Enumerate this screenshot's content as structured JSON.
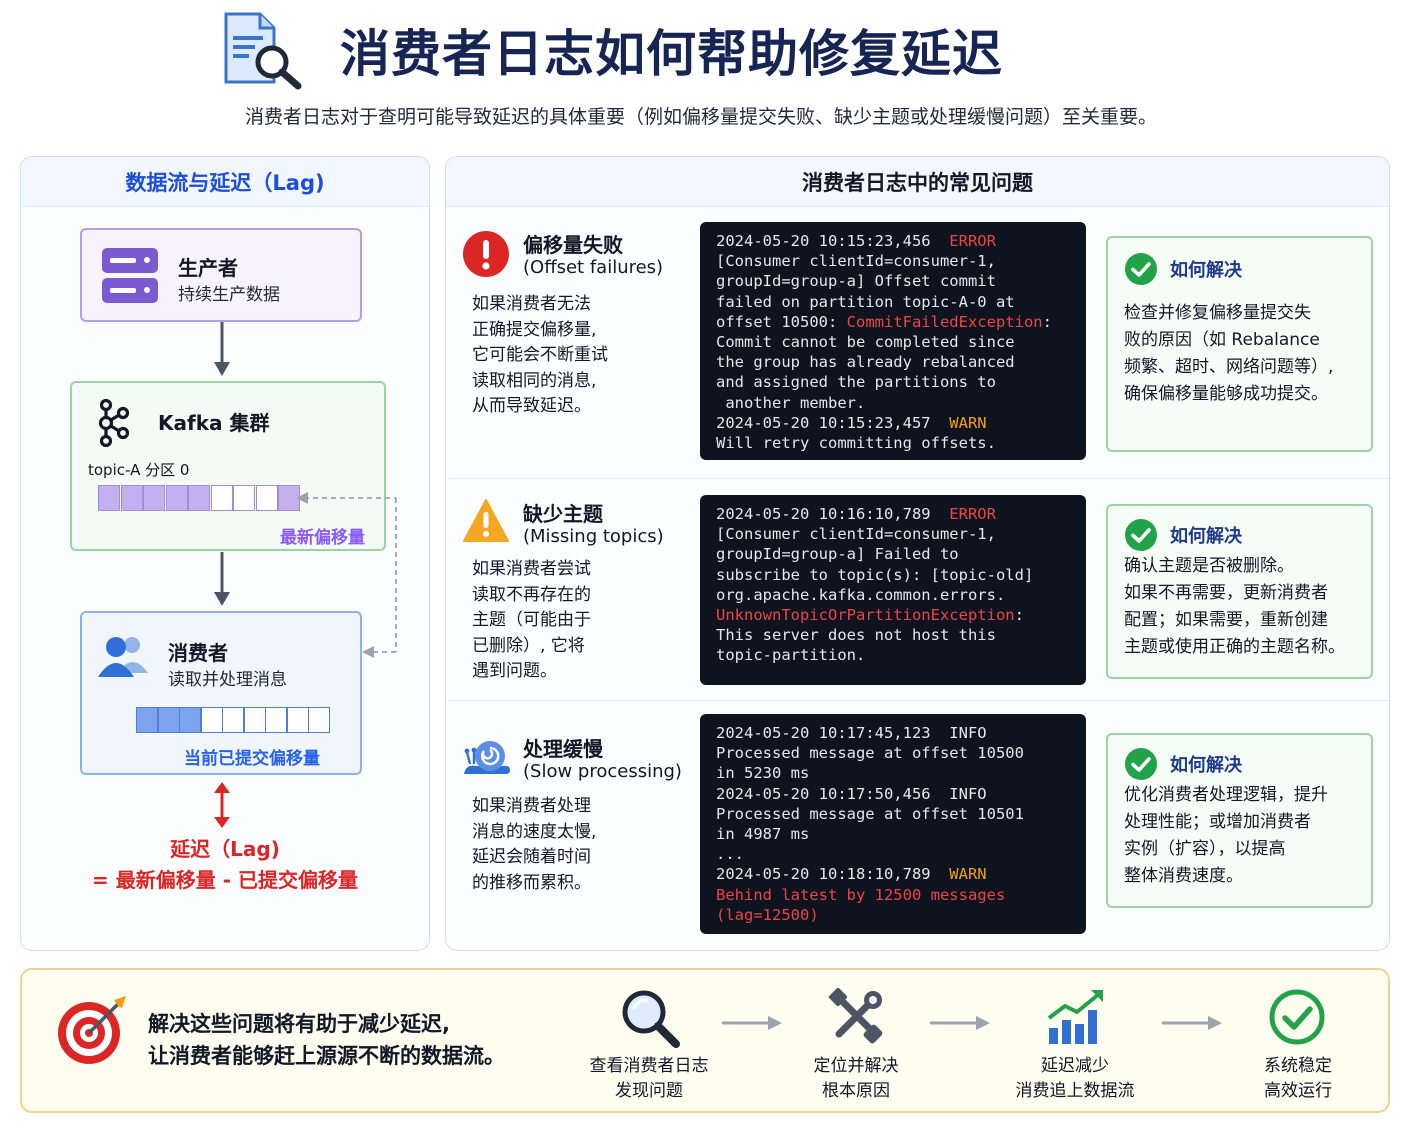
{
  "header": {
    "title": "消费者日志如何帮助修复延迟",
    "subtitle": "消费者日志对于查明可能导致延迟的具体重要（例如偏移量提交失败、缺少主题或处理缓慢问题）至关重要。",
    "icon": "document-search-icon"
  },
  "left_panel": {
    "title": "数据流与延迟（Lag)",
    "producer": {
      "title": "生产者",
      "subtitle": "持续生产数据",
      "icon": "server-icon"
    },
    "kafka": {
      "title": "Kafka 集群",
      "partition": "topic-A 分区 0",
      "latest_offset": "最新偏移量",
      "icon": "kafka-icon"
    },
    "consumer": {
      "title": "消费者",
      "subtitle": "读取并处理消息",
      "committed_offset": "当前已提交偏移量",
      "icon": "users-icon"
    },
    "lag": {
      "line1": "延迟（Lag)",
      "line2": "= 最新偏移量 - 已提交偏移量"
    },
    "colors": {
      "producer": "#b79ce6",
      "kafka": "#9ad4a3",
      "consumer": "#8fb3e6",
      "lag": "#dc2626"
    }
  },
  "right_panel": {
    "title": "消费者日志中的常见问题",
    "fix_title": "如何解决",
    "issues": [
      {
        "title": "偏移量失败",
        "title_en": "(Offset failures)",
        "icon": "error-icon",
        "desc": [
          "如果消费者无法",
          "正确提交偏移量,",
          "它可能会不断重试",
          "读取相同的消息,",
          "从而导致延迟。"
        ],
        "log": [
          [
            [
              "2024-05-20 10:15:23,456  ",
              "ts"
            ],
            [
              "ERROR",
              "err"
            ]
          ],
          [
            [
              "[Consumer clientId=consumer-1,",
              "ts"
            ]
          ],
          [
            [
              "groupId=group-a] Offset commit",
              "ts"
            ]
          ],
          [
            [
              "failed on partition topic-A-0 at",
              "ts"
            ]
          ],
          [
            [
              "offset 10500: ",
              "ts"
            ],
            [
              "CommitFailedException",
              "red"
            ],
            [
              ":",
              "ts"
            ]
          ],
          [
            [
              "Commit cannot be completed since",
              "ts"
            ]
          ],
          [
            [
              "the group has already rebalanced",
              "ts"
            ]
          ],
          [
            [
              "and assigned the partitions to",
              "ts"
            ]
          ],
          [
            [
              " another member.",
              "ts"
            ]
          ],
          [
            [
              "2024-05-20 10:15:23,457  ",
              "ts"
            ],
            [
              "WARN",
              "warn"
            ]
          ],
          [
            [
              "Will retry committing offsets.",
              "ts"
            ]
          ]
        ],
        "fix": [
          "检查并修复偏移量提交失",
          "败的原因（如 Rebalance",
          "频繁、超时、网络问题等）,",
          "确保偏移量能够成功提交。"
        ]
      },
      {
        "title": "缺少主题",
        "title_en": "(Missing topics)",
        "icon": "warning-icon",
        "desc": [
          "如果消费者尝试",
          "读取不再存在的",
          "主题（可能由于",
          "已删除）, 它将",
          "遇到问题。"
        ],
        "log": [
          [
            [
              "2024-05-20 10:16:10,789  ",
              "ts"
            ],
            [
              "ERROR",
              "err"
            ]
          ],
          [
            [
              "[Consumer clientId=consumer-1,",
              "ts"
            ]
          ],
          [
            [
              "groupId=group-a] Failed to",
              "ts"
            ]
          ],
          [
            [
              "subscribe to topic(s): [topic-old]",
              "ts"
            ]
          ],
          [
            [
              "org.apache.kafka.common.errors.",
              "ts"
            ]
          ],
          [
            [
              "UnknownTopicOrPartitionException",
              "red"
            ],
            [
              ":",
              "ts"
            ]
          ],
          [
            [
              "This server does not host this",
              "ts"
            ]
          ],
          [
            [
              "topic-partition.",
              "ts"
            ]
          ]
        ],
        "fix": [
          "确认主题是否被删除。",
          "如果不再需要，更新消费者",
          "配置；如果需要，重新创建",
          "主题或使用正确的主题名称。"
        ]
      },
      {
        "title": "处理缓慢",
        "title_en": "(Slow processing)",
        "icon": "snail-icon",
        "desc": [
          "如果消费者处理",
          "消息的速度太慢,",
          "延迟会随着时间",
          "的推移而累积。"
        ],
        "log": [
          [
            [
              "2024-05-20 10:17:45,123  ",
              "ts"
            ],
            [
              "INFO",
              "info"
            ]
          ],
          [
            [
              "Processed message at offset 10500",
              "ts"
            ]
          ],
          [
            [
              "in 5230 ms",
              "ts"
            ]
          ],
          [
            [
              "2024-05-20 10:17:50,456  ",
              "ts"
            ],
            [
              "INFO",
              "info"
            ]
          ],
          [
            [
              "Processed message at offset 10501",
              "ts"
            ]
          ],
          [
            [
              "in 4987 ms",
              "ts"
            ]
          ],
          [
            [
              "...",
              "ts"
            ]
          ],
          [
            [
              "2024-05-20 10:18:10,789  ",
              "ts"
            ],
            [
              "WARN",
              "warn"
            ]
          ],
          [
            [
              "Behind latest by 12500 messages",
              "red"
            ]
          ],
          [
            [
              "(lag=12500)",
              "red"
            ]
          ]
        ],
        "fix": [
          "优化消费者处理逻辑，提升",
          "处理性能；或增加消费者",
          "实例（扩容），以提高",
          "整体消费速度。"
        ]
      }
    ]
  },
  "bottom": {
    "message": [
      "解决这些问题将有助于减少延迟,",
      "让消费者能够赶上源源不断的数据流。"
    ],
    "icon": "target-icon",
    "steps": [
      {
        "line1": "查看消费者日志",
        "line2": "发现问题",
        "icon": "magnifier-icon"
      },
      {
        "line1": "定位并解决",
        "line2": "根本原因",
        "icon": "tools-icon"
      },
      {
        "line1": "延迟减少",
        "line2": "消费追上数据流",
        "icon": "growth-chart-icon"
      },
      {
        "line1": "系统稳定",
        "line2": "高效运行",
        "icon": "check-circle-icon"
      }
    ]
  }
}
